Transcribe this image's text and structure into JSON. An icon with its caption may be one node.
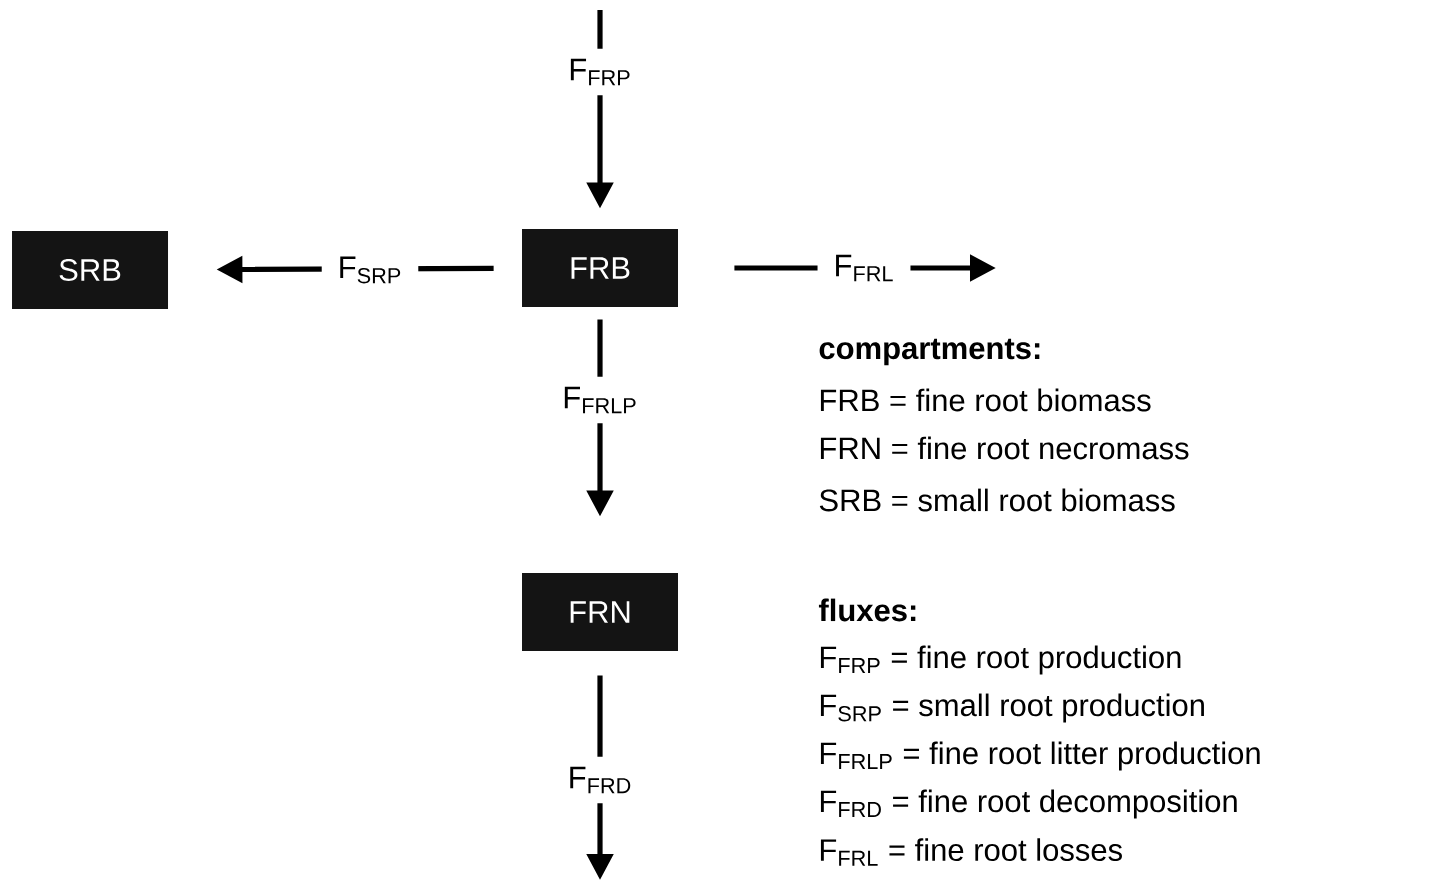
{
  "diagram": {
    "nodes": [
      {
        "text": [
          "SRB"
        ]
      },
      {
        "text": [
          "FRB"
        ]
      },
      {
        "text": [
          "FRN"
        ]
      }
    ],
    "edges": [
      {
        "from": null,
        "to": 1,
        "arrow": "to",
        "label": "F$_{FRP}$"
      },
      {
        "from": 1,
        "to": 0,
        "arrow": "to",
        "label": "F$_{SRP}$"
      },
      {
        "from": 1,
        "to": null,
        "arrow": "to",
        "label": "F$_{FRL}$"
      },
      {
        "from": 1,
        "to": 2,
        "arrow": "to",
        "label": "F$_{FRLP}$"
      },
      {
        "from": 2,
        "to": null,
        "arrow": "to",
        "label": "F$_{FRD}$"
      }
    ],
    "labels": [
      "compartments:",
      "FRB = fine root biomass",
      "FRN = fine root necromass",
      "SRB = small root biomass",
      "fluxes:",
      "F$_{FRP}$ = fine root production",
      "F$_{SRP}$ = small root production",
      "F$_{FRLP}$ = fine root litter production",
      "F$_{FRD}$ = fine root decomposition",
      "F$_{FRL}$ = fine root losses"
    ]
  }
}
